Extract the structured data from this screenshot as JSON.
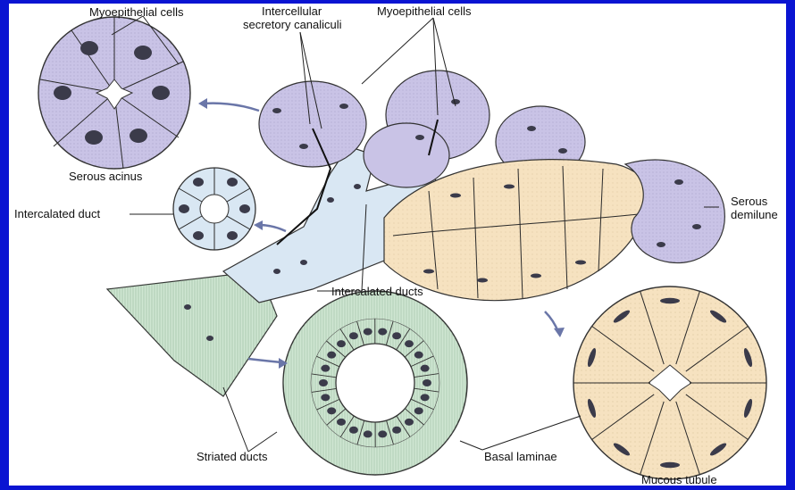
{
  "labels": {
    "myoepithelial_left": "Myoepithelial cells",
    "intercellular_1": "Intercellular",
    "intercellular_2": "secretory canaliculi",
    "myoepithelial_right": "Myoepithelial cells",
    "serous_acinus": "Serous acinus",
    "intercalated_duct": "Intercalated duct",
    "serous_demilune_1": "Serous",
    "serous_demilune_2": "demilune",
    "intercalated_ducts": "Intercalated ducts",
    "striated_ducts": "Striated ducts",
    "basal_laminae": "Basal laminae",
    "mucous_tubule": "Mucous tubule"
  },
  "colors": {
    "border": "#0a14d2",
    "serous": "#c9c3e6",
    "serous_dark": "#8f86c2",
    "mucous": "#f6e2c0",
    "duct_blue": "#d9e7f3",
    "striated": "#cfe6d2",
    "nucleus": "#3b3b4a"
  }
}
